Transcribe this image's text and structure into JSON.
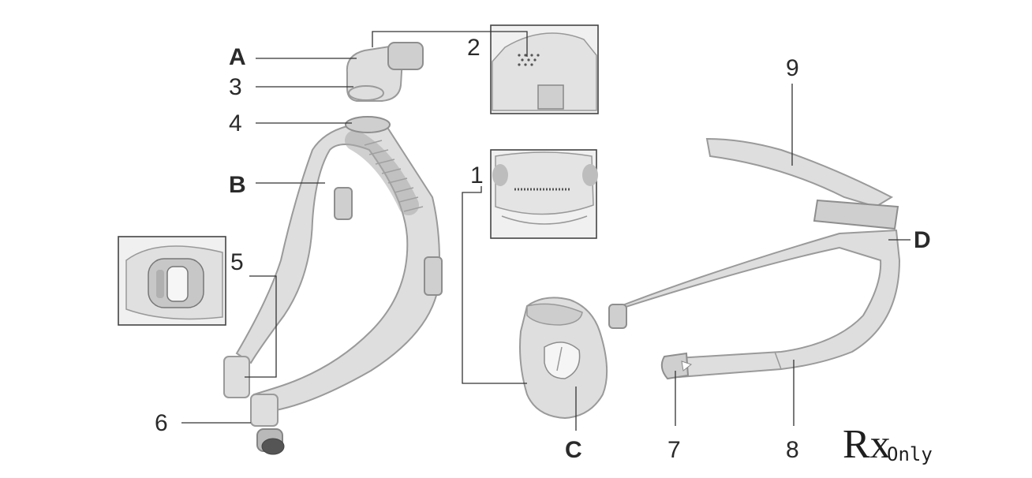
{
  "labels": {
    "A": "A",
    "B": "B",
    "C": "C",
    "D": "D",
    "n1": "1",
    "n2": "2",
    "n3": "3",
    "n4": "4",
    "n5": "5",
    "n6": "6",
    "n7": "7",
    "n8": "8",
    "n9": "9"
  },
  "rx": {
    "symbol": "Rx",
    "text": "Only"
  }
}
